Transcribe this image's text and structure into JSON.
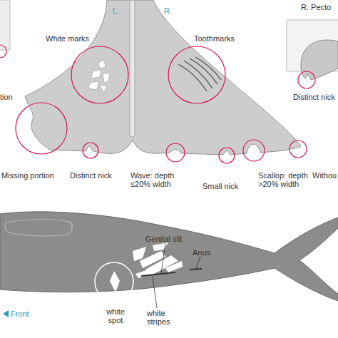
{
  "diagram": {
    "labels": [
      "L.",
      "R.",
      "R. Pecto",
      "White marks",
      "Toothmarks",
      "tion",
      "Missing portion",
      "Distinct nick",
      "Wave: depth ≤20% width",
      "Small nick",
      "Scallop: depth >20% width",
      "Withou",
      "Distinct nick",
      "Genital slit",
      "Anus",
      "white spot",
      "white stripes",
      "Front"
    ]
  }
}
